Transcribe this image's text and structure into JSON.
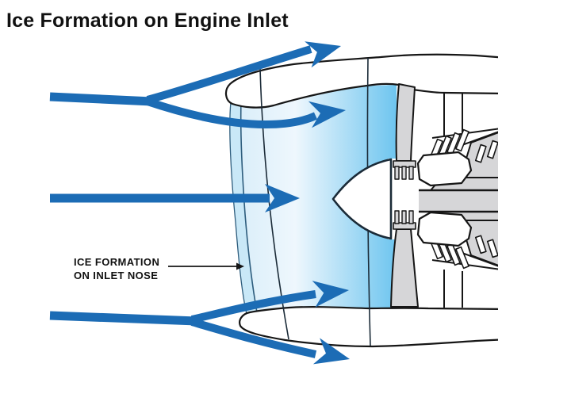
{
  "title": "Ice Formation on Engine Inlet",
  "callout": {
    "line1": "ICE FORMATION",
    "line2": "ON INLET NOSE"
  },
  "colors": {
    "background": "#ffffff",
    "outline": "#161616",
    "arrow_blue": "#1c6cb5",
    "ice_fill": "#c9e8f7",
    "ice_edge": "#2e5d7d",
    "inlet_fade": "#d8edf9",
    "inlet_mid": "#eef7fd",
    "inlet_deep": "#6ec5ef",
    "metal_gray": "#d6d6d8",
    "station_line": "#1b2b38"
  }
}
